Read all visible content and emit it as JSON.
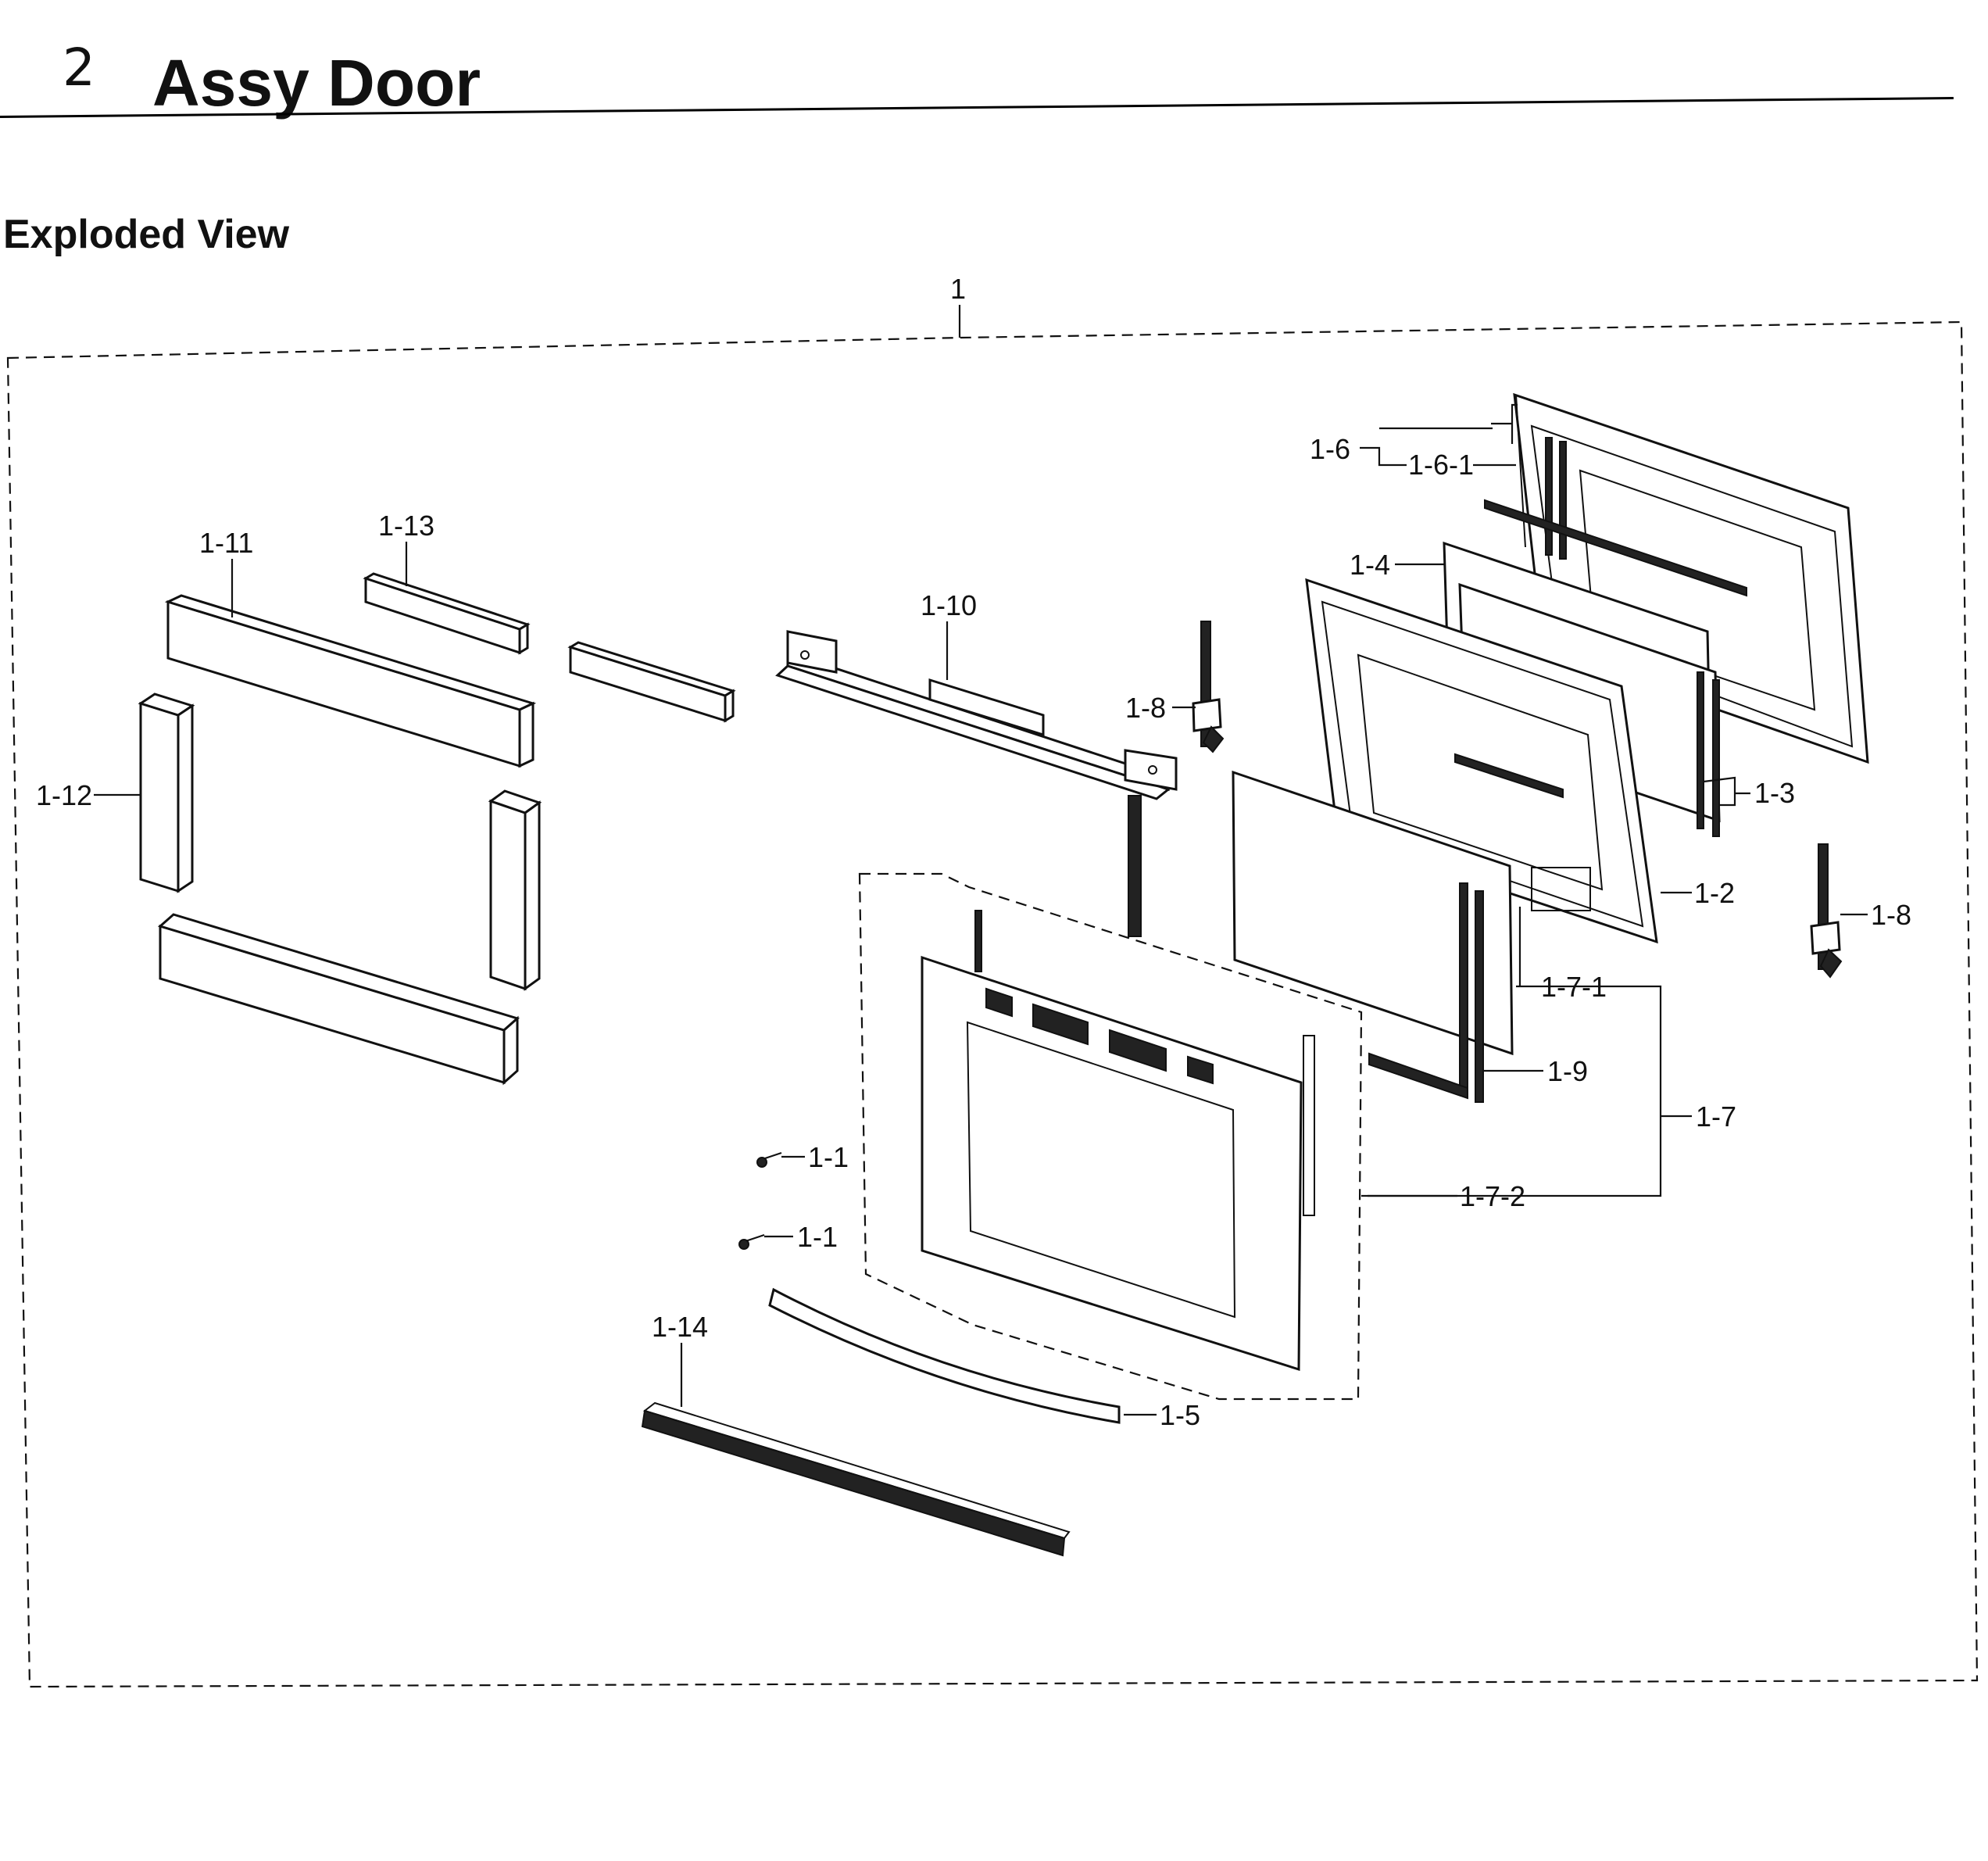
{
  "header": {
    "section_number": "2",
    "title": "Assy Door"
  },
  "subtitle": "Exploded View",
  "callouts": {
    "assembly": "1",
    "c1_1": "1-1",
    "c1_2": "1-2",
    "c1_3": "1-3",
    "c1_4": "1-4",
    "c1_5": "1-5",
    "c1_6": "1-6",
    "c1_6_1": "1-6-1",
    "c1_7": "1-7",
    "c1_7_1": "1-7-1",
    "c1_7_2": "1-7-2",
    "c1_8": "1-8",
    "c1_9": "1-9",
    "c1_10": "1-10",
    "c1_11": "1-11",
    "c1_12": "1-12",
    "c1_13": "1-13",
    "c1_14": "1-14"
  }
}
